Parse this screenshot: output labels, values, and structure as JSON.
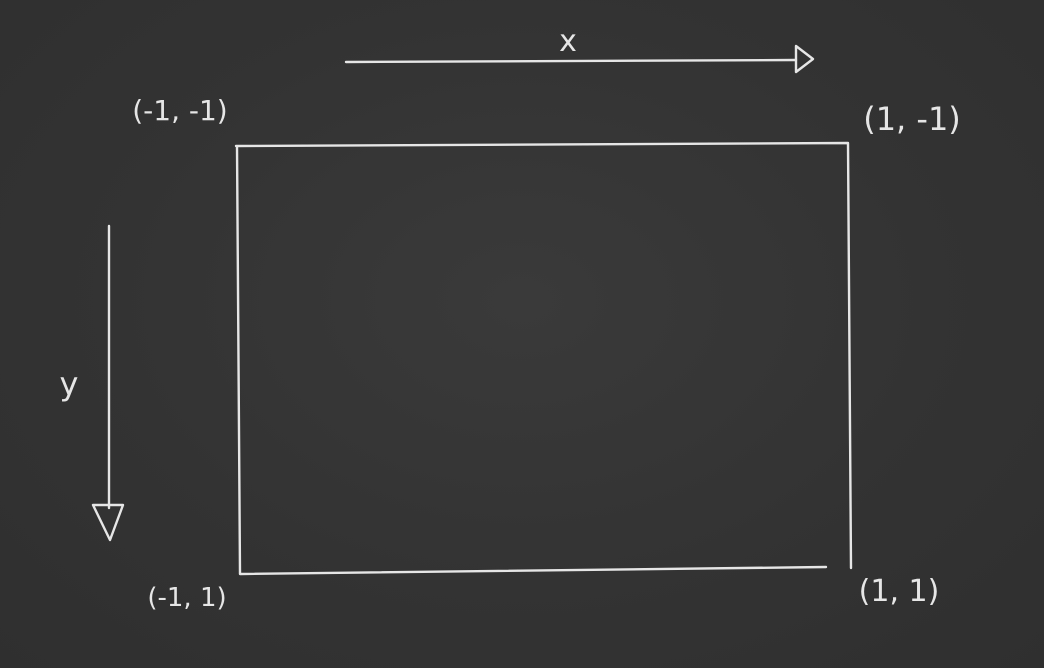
{
  "diagram": {
    "axes": {
      "x_label": "x",
      "y_label": "y"
    },
    "corners": {
      "top_left": "(-1, -1)",
      "top_right": "(1, -1)",
      "bottom_left": "(-1, 1)",
      "bottom_right": "(1, 1)"
    },
    "colors": {
      "board": "#333333",
      "chalk": "#e6e6e6"
    }
  }
}
